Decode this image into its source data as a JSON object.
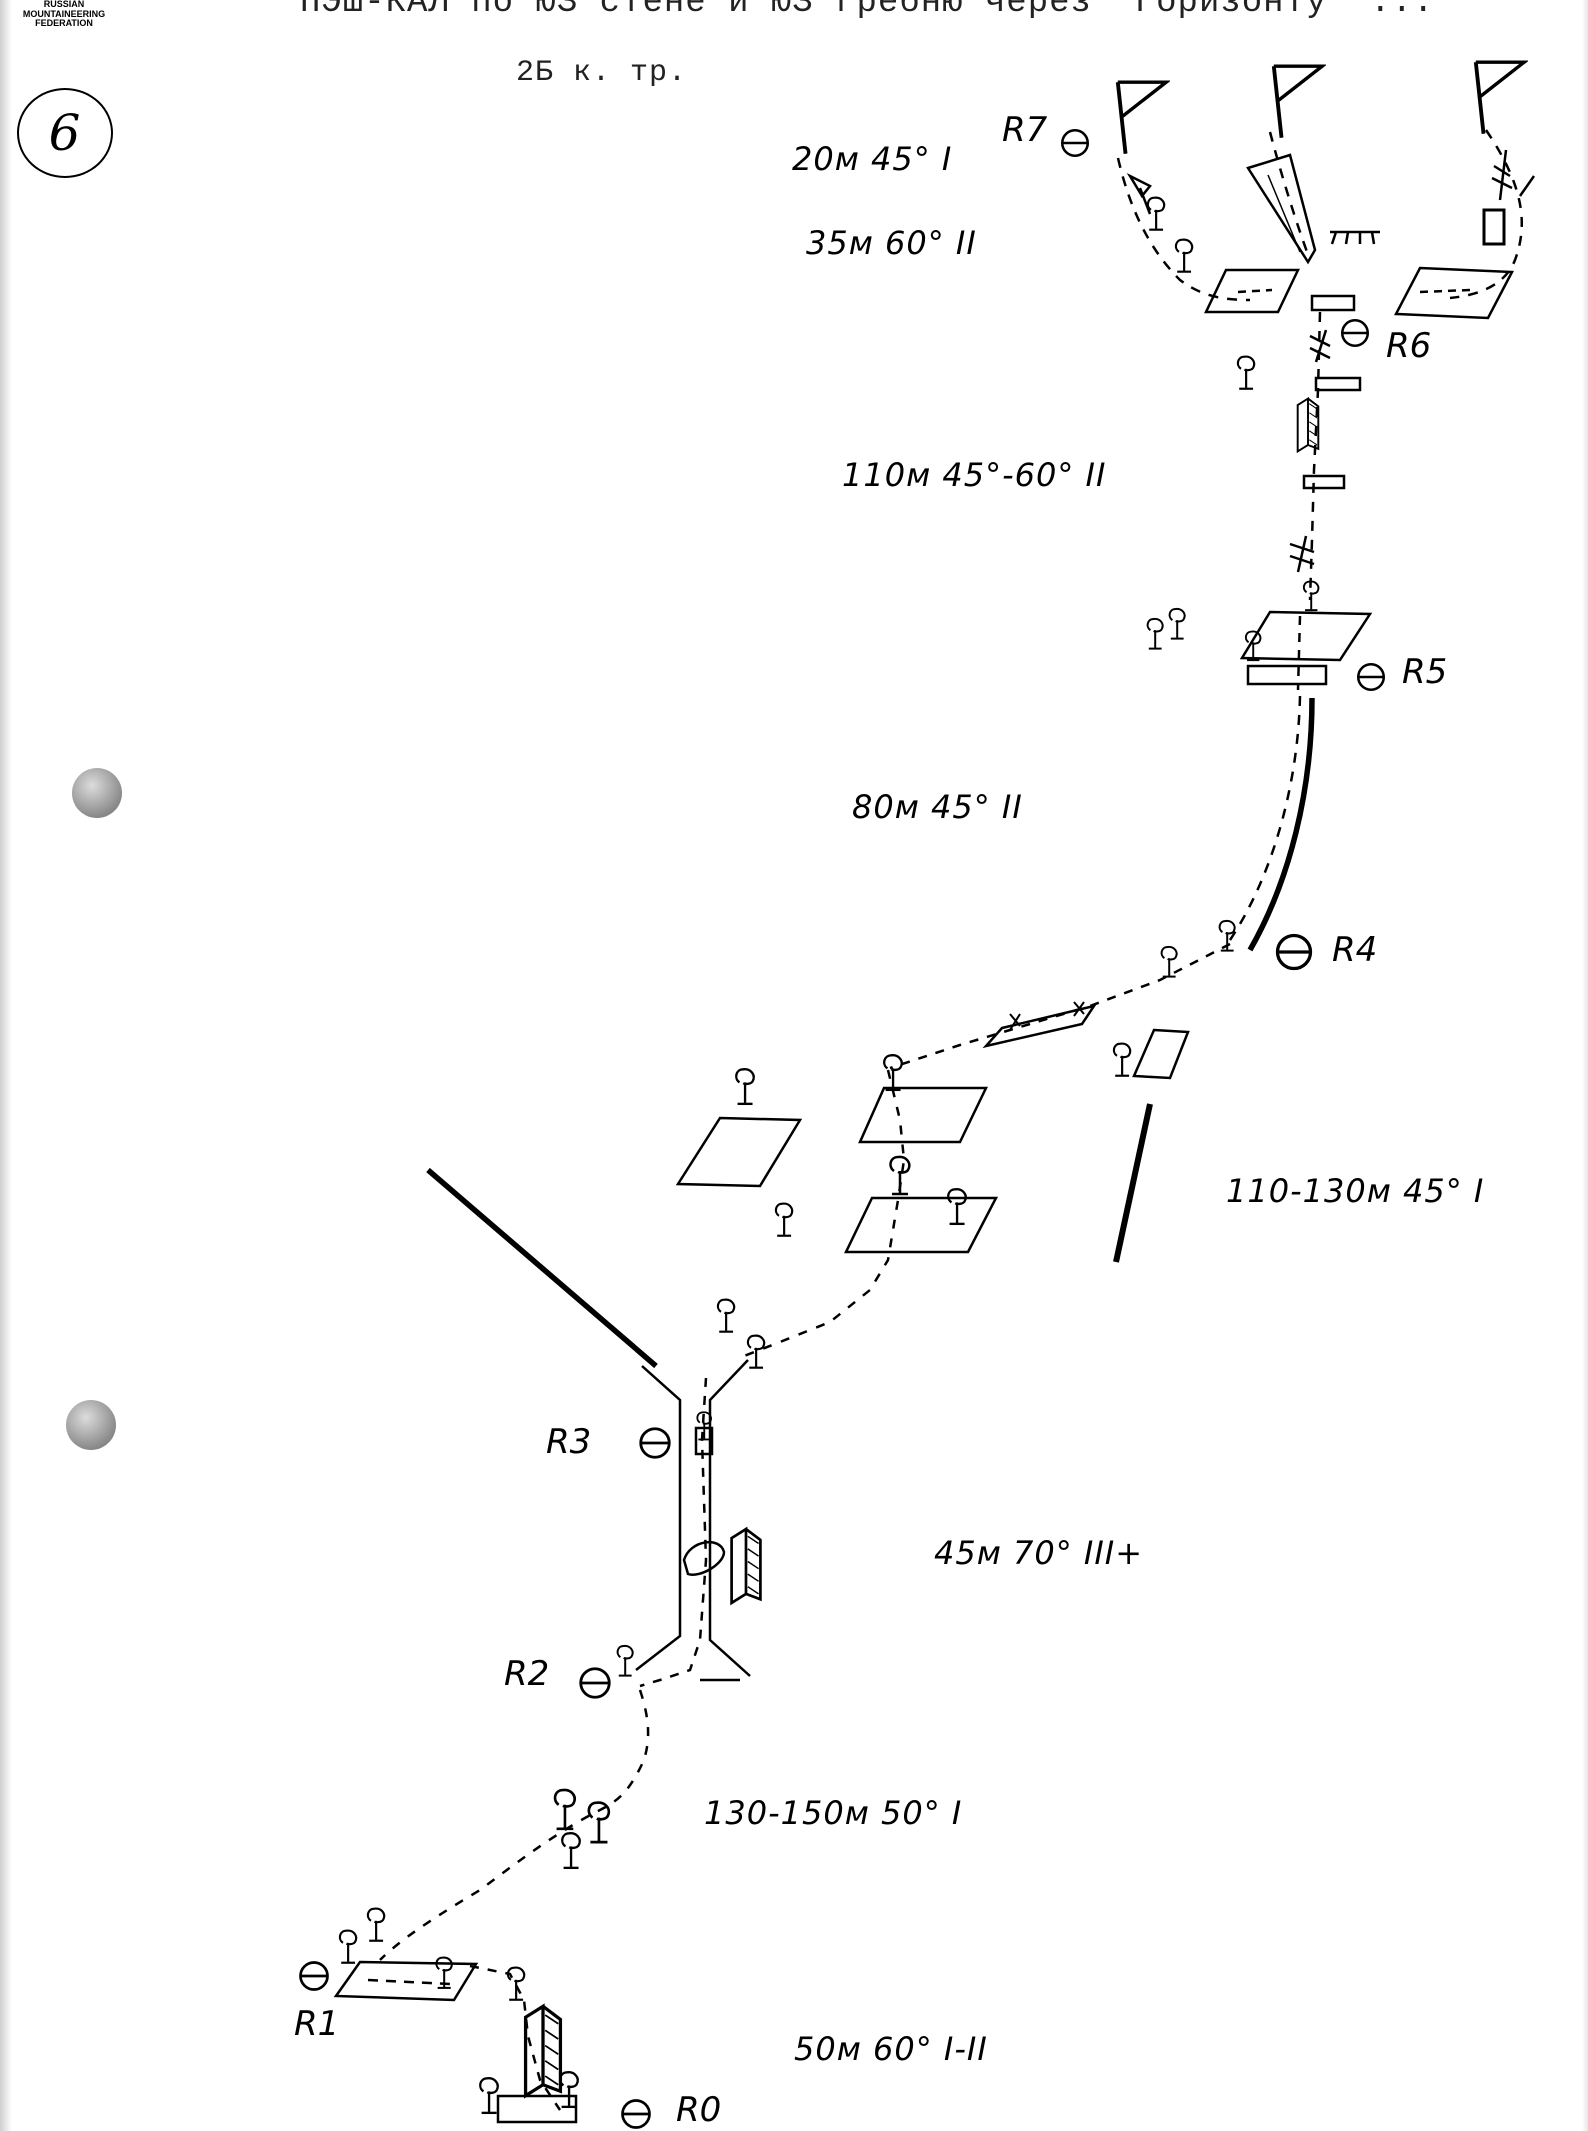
{
  "logo": {
    "lines": [
      "RUSSIAN",
      "MOUNTAINEERING",
      "FEDERATION"
    ]
  },
  "header": "ПЭШ-КАЛ по ЮЗ стене и ЮЗ гребню через \"Горизонту\" ...",
  "page_number": "6",
  "subtitle": "2Б к. тр.",
  "belays": [
    "R0",
    "R1",
    "R2",
    "R3",
    "R4",
    "R5",
    "R6",
    "R7"
  ],
  "pitches": [
    {
      "text": "20м 45° I"
    },
    {
      "text": "35м 60° II"
    },
    {
      "text": "110м   45°-60° II"
    },
    {
      "text": "80м 45° II"
    },
    {
      "text": "110-130м  45° I"
    },
    {
      "text": "45м 70°  III+"
    },
    {
      "text": "130-150м   50°  I"
    },
    {
      "text": "50м  60°  I-II"
    }
  ]
}
